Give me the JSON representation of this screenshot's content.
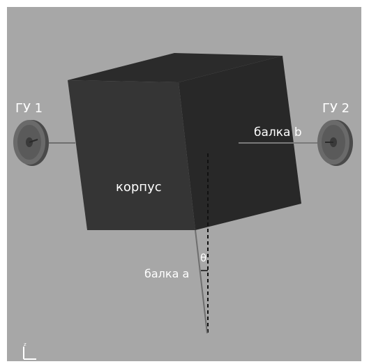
{
  "colors": {
    "background": "#a7a7a7",
    "cube_front": "#333333",
    "cube_side": "#262626",
    "cube_top": "#2b2b2b",
    "wheel": "#5a5a5a",
    "label_text": "#ffffff"
  },
  "labels": {
    "gu1": "ГУ 1",
    "gu2": "ГУ 2",
    "body": "корпус",
    "beam_b": "балка b",
    "beam_a": "балка а",
    "theta": "θ",
    "axis_z": "z"
  }
}
